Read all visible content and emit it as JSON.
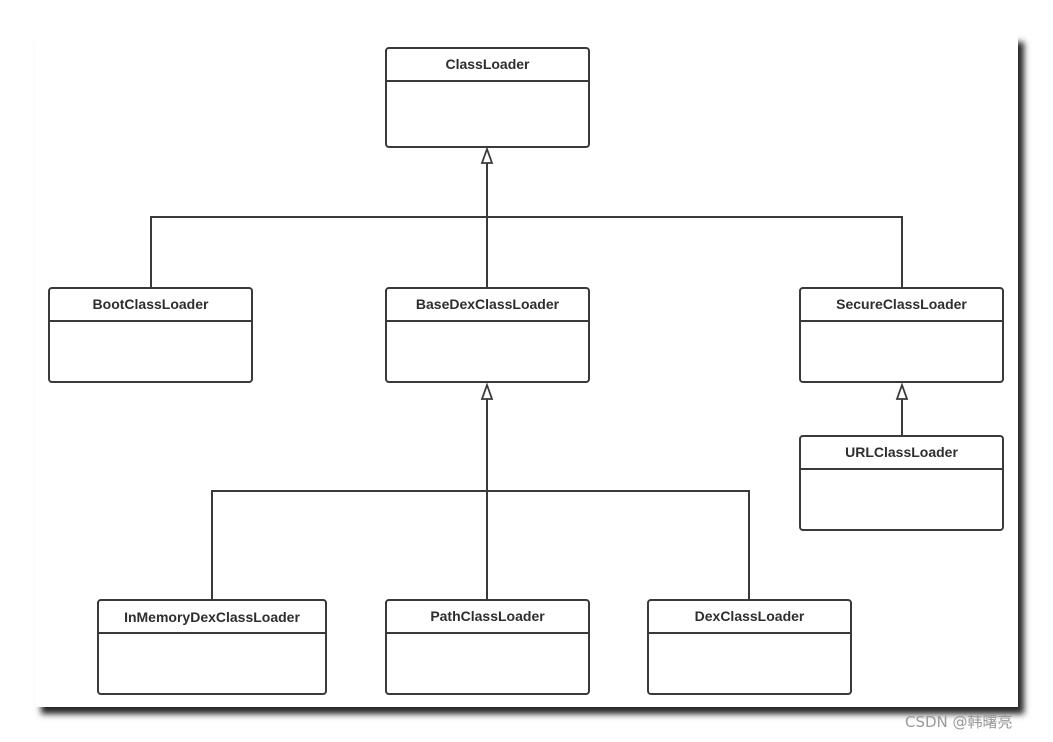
{
  "diagram": {
    "classes": [
      {
        "id": "classloader",
        "name": "ClassLoader"
      },
      {
        "id": "bootclassloader",
        "name": "BootClassLoader"
      },
      {
        "id": "basedexclassloader",
        "name": "BaseDexClassLoader"
      },
      {
        "id": "secureclassloader",
        "name": "SecureClassLoader"
      },
      {
        "id": "urlclassloader",
        "name": "URLClassLoader"
      },
      {
        "id": "inmemorydexclassloader",
        "name": "InMemoryDexClassLoader"
      },
      {
        "id": "pathclassloader",
        "name": "PathClassLoader"
      },
      {
        "id": "dexclassloader",
        "name": "DexClassLoader"
      }
    ],
    "inheritance": [
      {
        "child": "BootClassLoader",
        "parent": "ClassLoader"
      },
      {
        "child": "BaseDexClassLoader",
        "parent": "ClassLoader"
      },
      {
        "child": "SecureClassLoader",
        "parent": "ClassLoader"
      },
      {
        "child": "URLClassLoader",
        "parent": "SecureClassLoader"
      },
      {
        "child": "InMemoryDexClassLoader",
        "parent": "BaseDexClassLoader"
      },
      {
        "child": "PathClassLoader",
        "parent": "BaseDexClassLoader"
      },
      {
        "child": "DexClassLoader",
        "parent": "BaseDexClassLoader"
      }
    ]
  },
  "watermark": "CSDN @韩曙亮"
}
